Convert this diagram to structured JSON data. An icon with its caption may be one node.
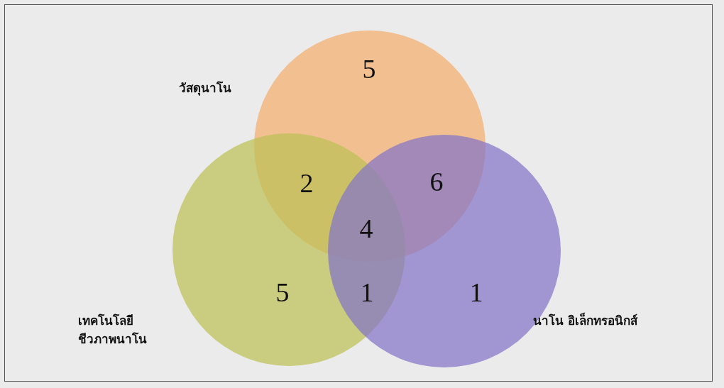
{
  "diagram": {
    "nodes": [
      {
        "text": [
          "วัสดุนาโน"
        ]
      },
      {
        "text": [
          "เทคโนโลยี ชีวภาพนาโน"
        ]
      },
      {
        "text": [
          "นาโน อิเล็กทรอนิกส์"
        ]
      }
    ],
    "labels": [
      "5",
      "2",
      "6",
      "4",
      "5",
      "1",
      "1"
    ]
  }
}
